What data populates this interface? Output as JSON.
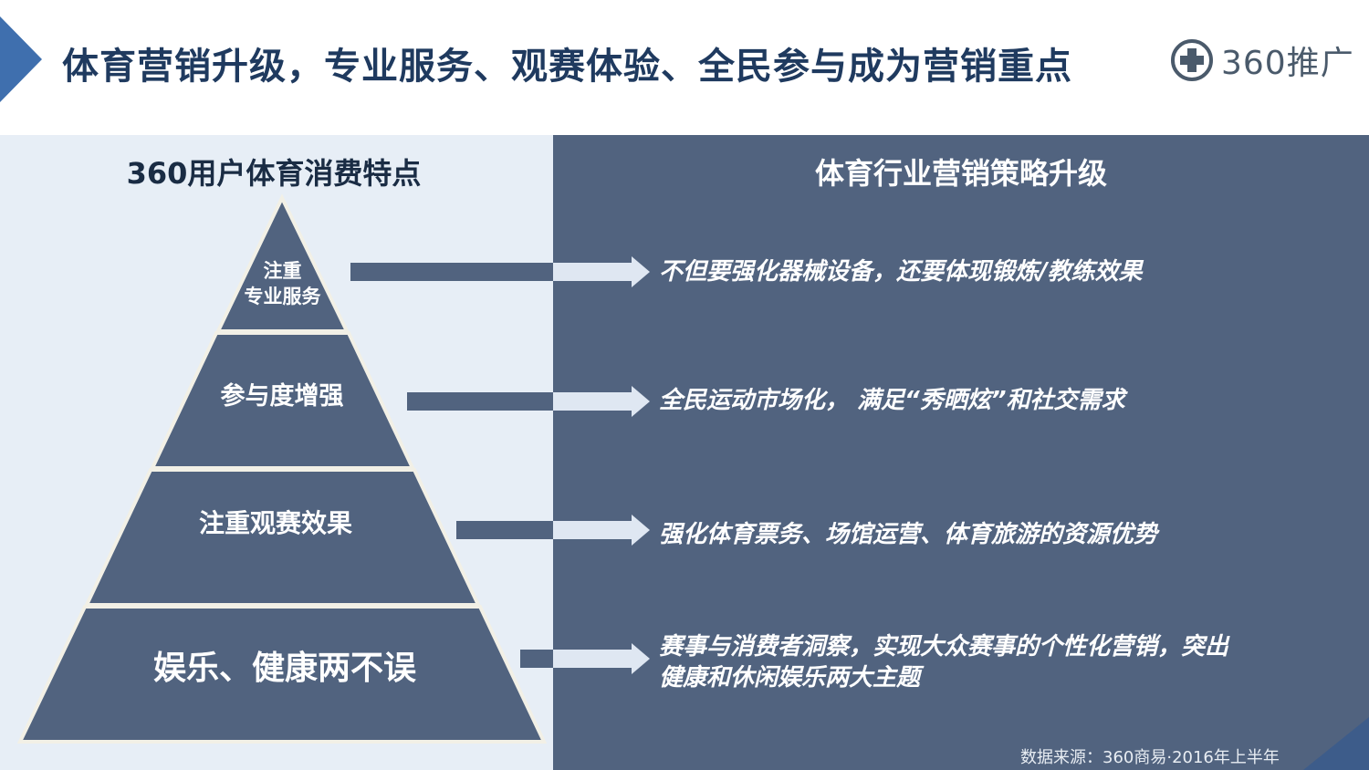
{
  "header": {
    "title": "体育营销升级，专业服务、观赛体验、全民参与成为营销重点",
    "logo_text": "360推广"
  },
  "left": {
    "heading": "360用户体育消费特点",
    "pyramid": [
      {
        "lines": [
          "注重",
          "专业服务"
        ]
      },
      {
        "lines": [
          "参与度增强"
        ]
      },
      {
        "lines": [
          "注重观赛效果"
        ]
      },
      {
        "lines": [
          "娱乐、健康两不误"
        ]
      }
    ]
  },
  "right": {
    "heading": "体育行业营销策略升级",
    "strategies": [
      {
        "lines": [
          "不但要强化器械设备，还要体现锻炼/教练效果"
        ]
      },
      {
        "lines": [
          "全民运动市场化， 满足“秀晒炫”和社交需求"
        ]
      },
      {
        "lines": [
          "强化体育票务、场馆运营、体育旅游的资源优势"
        ]
      },
      {
        "lines": [
          "赛事与消费者洞察，实现大众赛事的个性化营销，突出",
          "健康和休闲娱乐两大主题"
        ]
      }
    ]
  },
  "footer": {
    "source": "数据来源：360商易·2016年上半年"
  },
  "colors": {
    "pyramid_fill": "#51637f",
    "pyramid_border": "#f2f0e6",
    "right_panel": "#51637f",
    "left_panel": "#e7eef6",
    "arrow_tail_dark": "#51637f",
    "arrow_light": "#dfe7f2",
    "title": "#1f3a5f",
    "accent": "#3f6fae"
  }
}
